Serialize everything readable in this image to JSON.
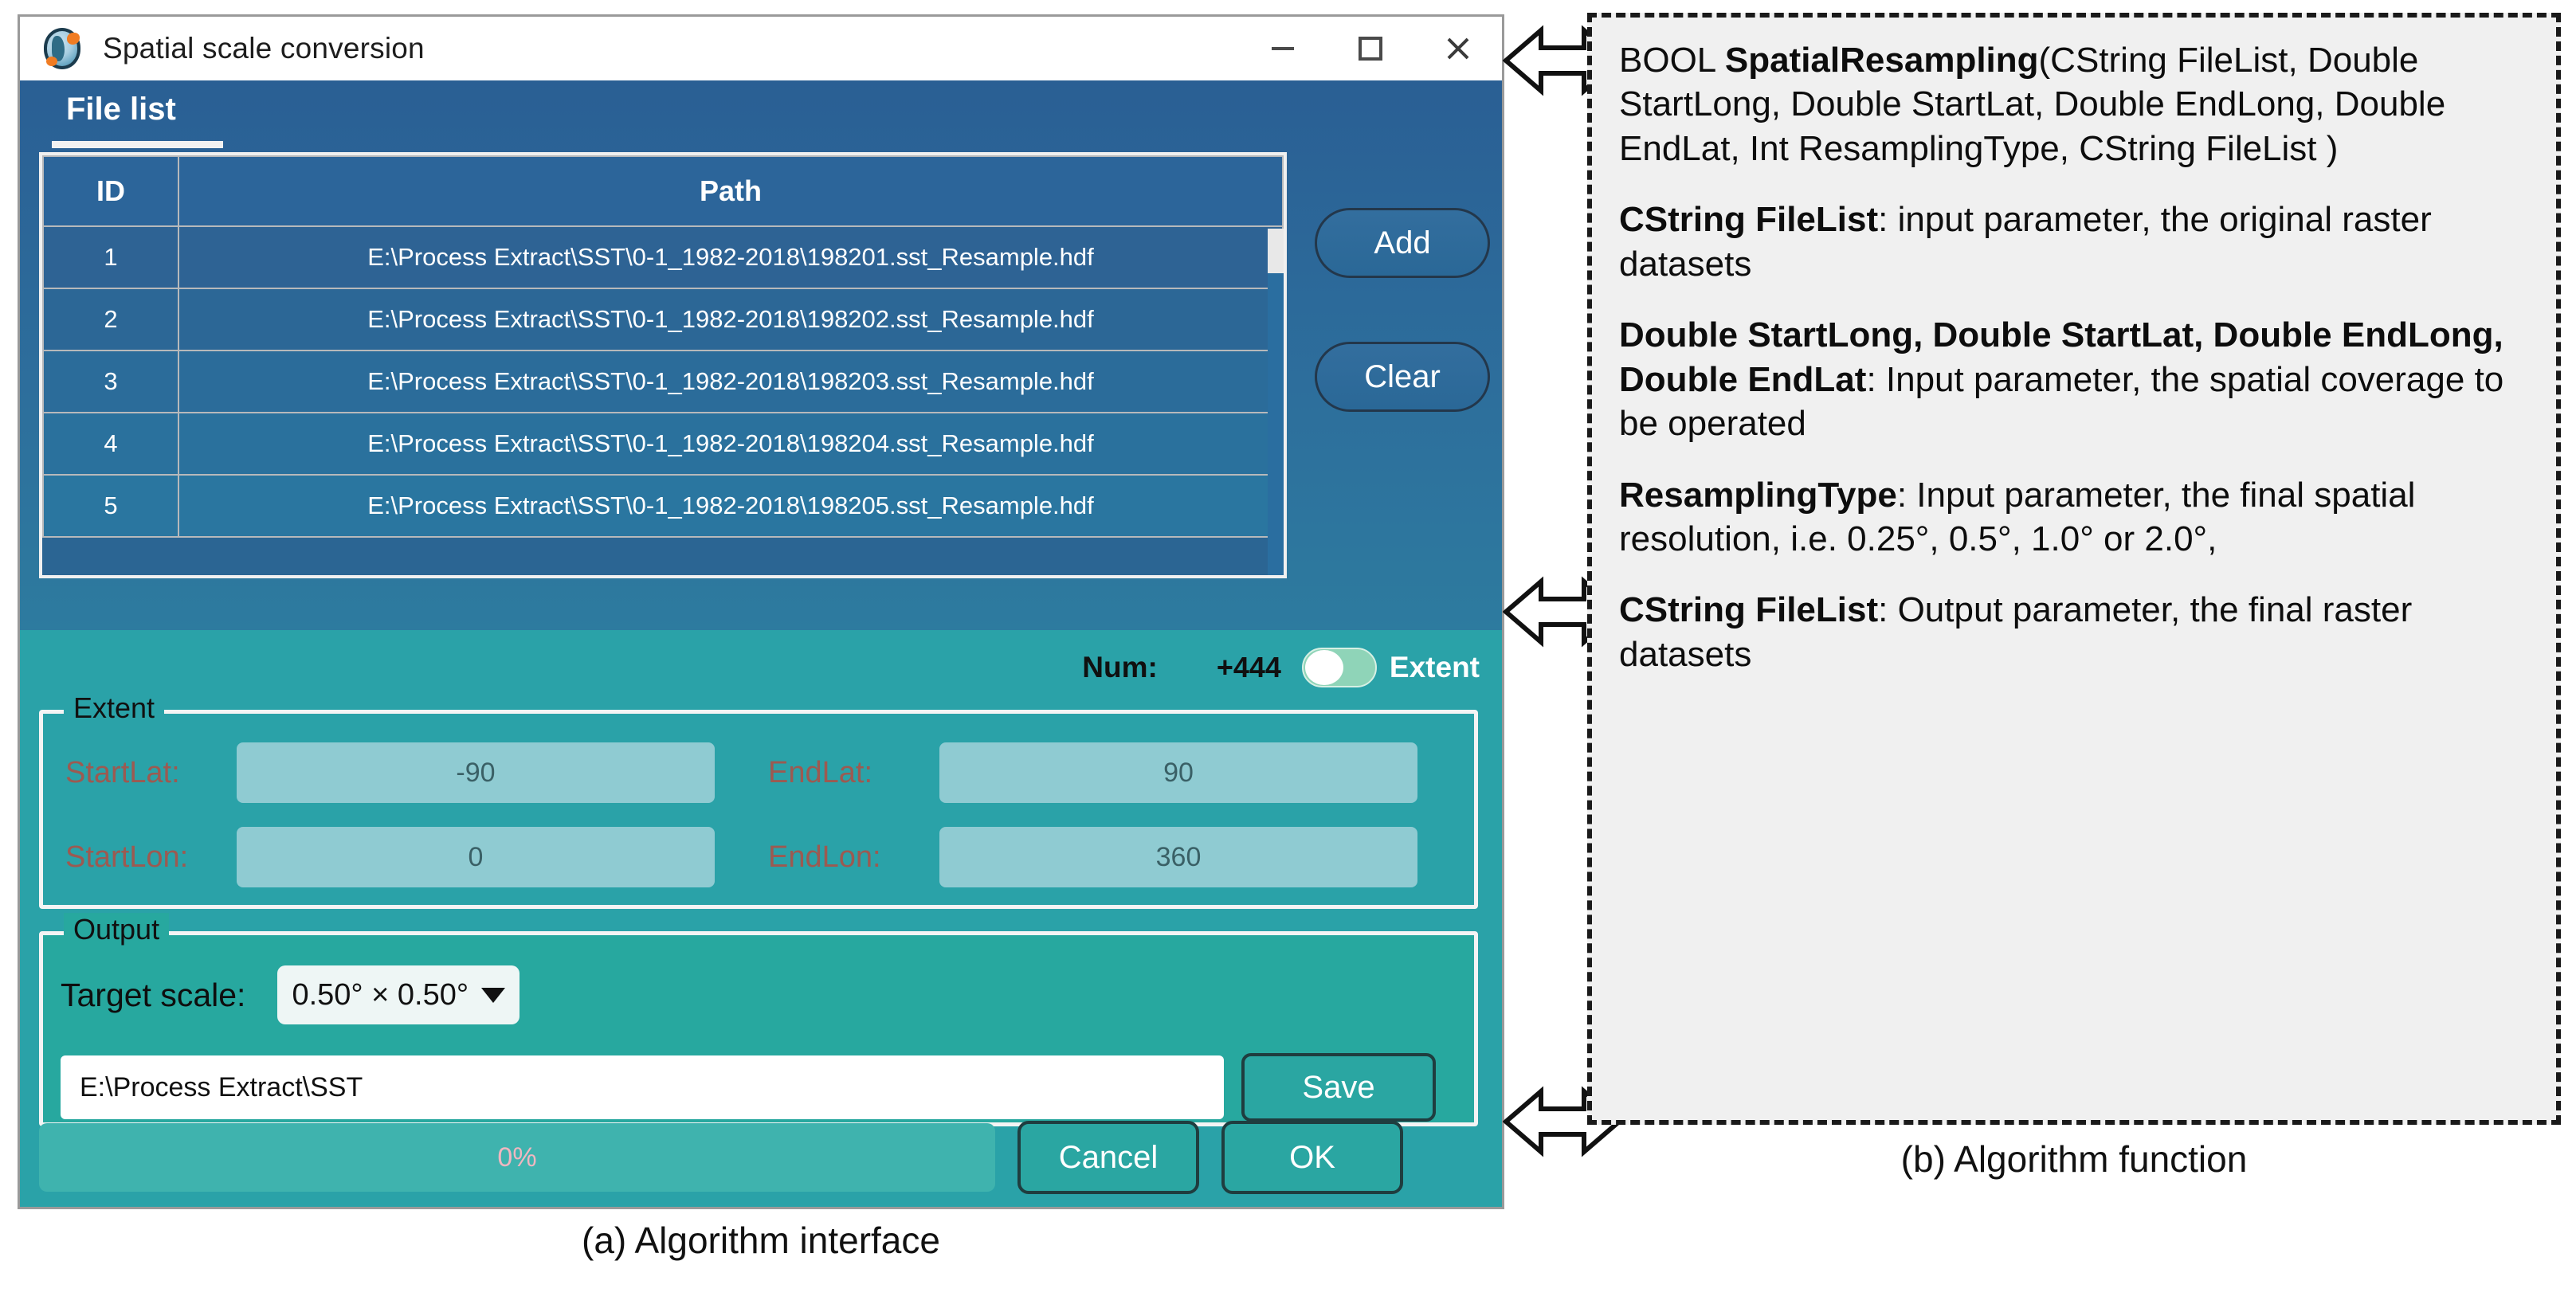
{
  "dialog": {
    "title": "Spatial scale conversion",
    "icon": "globe-icon",
    "window_controls": {
      "minimize": "–",
      "maximize": "□",
      "close": "✕"
    },
    "tab": {
      "label": "File list"
    },
    "filelist": {
      "columns": [
        "ID",
        "Path"
      ],
      "rows": [
        {
          "id": "1",
          "path": "E:\\Process Extract\\SST\\0-1_1982-2018\\198201.sst_Resample.hdf"
        },
        {
          "id": "2",
          "path": "E:\\Process Extract\\SST\\0-1_1982-2018\\198202.sst_Resample.hdf"
        },
        {
          "id": "3",
          "path": "E:\\Process Extract\\SST\\0-1_1982-2018\\198203.sst_Resample.hdf"
        },
        {
          "id": "4",
          "path": "E:\\Process Extract\\SST\\0-1_1982-2018\\198204.sst_Resample.hdf"
        },
        {
          "id": "5",
          "path": "E:\\Process Extract\\SST\\0-1_1982-2018\\198205.sst_Resample.hdf"
        }
      ]
    },
    "buttons": {
      "add": "Add",
      "clear": "Clear"
    },
    "num_row": {
      "label": "Num:",
      "value": "+444",
      "toggle_state": "off",
      "toggle_label": "Extent"
    },
    "extent": {
      "group_title": "Extent",
      "fields": [
        {
          "label": "StartLat:",
          "value": "-90"
        },
        {
          "label": "StartLon:",
          "value": "0"
        },
        {
          "label": "EndLat:",
          "value": "90"
        },
        {
          "label": "EndLon:",
          "value": "360"
        }
      ]
    },
    "output": {
      "group_title": "Output",
      "target_scale_label": "Target scale:",
      "target_scale_value": "0.50° × 0.50°",
      "path_value": "E:\\Process Extract\\SST",
      "save_label": "Save"
    },
    "footer": {
      "progress_text": "0%",
      "cancel_label": "Cancel",
      "ok_label": "OK"
    }
  },
  "function_panel": {
    "paragraphs": [
      {
        "bold": "SpatialResampling",
        "prefix": "BOOL ",
        "rest": "(CString FileList, Double StartLong, Double StartLat, Double EndLong, Double EndLat, Int ResamplingType, CString FileList )"
      },
      {
        "bold": "CString FileList",
        "prefix": "",
        "rest": ": input parameter, the original raster datasets"
      },
      {
        "bold": "Double StartLong, Double StartLat, Double EndLong, Double EndLat",
        "prefix": "",
        "rest": ": Input parameter, the spatial coverage to be operated"
      },
      {
        "bold": "ResamplingType",
        "prefix": "",
        "rest": ": Input parameter, the final spatial resolution, i.e. 0.25°, 0.5°, 1.0° or 2.0°,"
      },
      {
        "bold": "CString FileList",
        "prefix": "",
        "rest": ": Output parameter, the final raster datasets"
      }
    ]
  },
  "captions": {
    "a": "(a) Algorithm interface",
    "b": "(b) Algorithm function"
  },
  "colors": {
    "titlebar_blue": "#2a5f94",
    "teal": "#2aa2a8",
    "teal_output": "#27a89f",
    "field_teal": "#8fcbd2",
    "label_muted": "#9c5a51",
    "panel_bg": "#f0f0f0"
  }
}
